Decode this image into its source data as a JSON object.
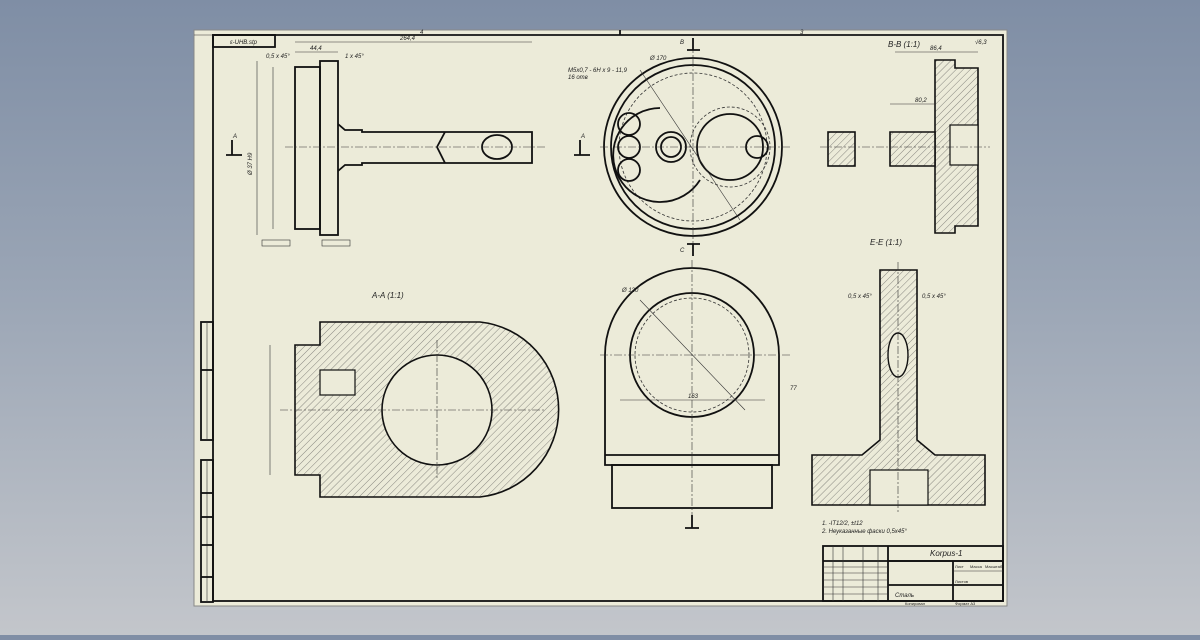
{
  "drawing": {
    "part_name": "Korpus-1",
    "corner_label": "ε-UHB.stp",
    "roughness_general": "√6,3",
    "zones_top": [
      "4",
      "3"
    ],
    "section_labels": {
      "aa": "A-A (1:1)",
      "bb": "B-B (1:1)",
      "ee": "E-E (1:1)"
    },
    "cut_markers": [
      "A",
      "A",
      "B",
      "C"
    ],
    "notes": [
      "1. -IT12/2, ±t12",
      "2. Неуказанные фаски 0,5х45°"
    ],
    "dimensions": {
      "overall_length": "264,4",
      "flange_width": "44,4",
      "chamfer1": "0,5 x 45°",
      "chamfer2": "1 x 45°",
      "shaft_dia": "Ø 37 H9",
      "big_dia": "Ø 170",
      "hole_spec": "M5x0,7 - 6H x 9 - 11,9",
      "hole_count": "16 отв",
      "bb_dim": "86,4",
      "bb_dim2": "80,2",
      "ee_dim": "0,5 x 45°",
      "dia_120": "Ø 120",
      "width_163": "163",
      "height_77": "77"
    },
    "title_block": {
      "sheet": "Лист",
      "sheets": "Листов",
      "scale": "Масштаб",
      "mass": "Масса",
      "copied": "Копировал",
      "format": "Формат А3",
      "material": "Сталь"
    }
  }
}
